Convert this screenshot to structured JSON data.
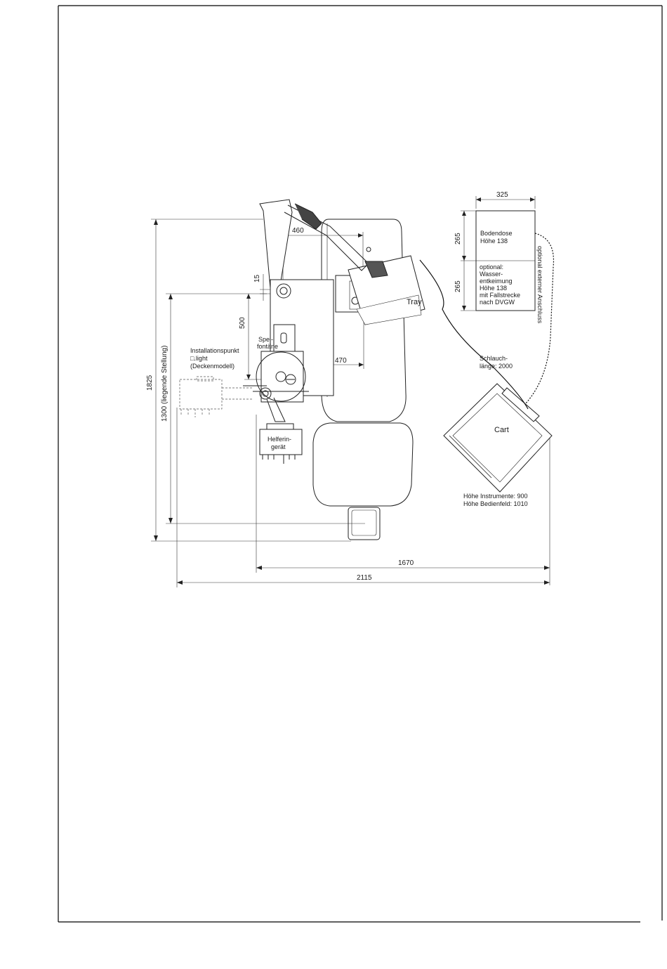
{
  "labels": {
    "tray": "Tray",
    "cart": "Cart",
    "speifontaene_1": "Spei-",
    "speifontaene_2": "fontäne",
    "installation_1": "Installationspunkt",
    "installation_2": "□.light",
    "installation_3": "(Deckenmodell)",
    "helfer_1": "Helferin-",
    "helfer_2": "gerät",
    "bodendose_1": "Bodendose",
    "bodendose_2": "Höhe 138",
    "optional_1": "optional:",
    "optional_2": "Wasser-",
    "optional_3": "entkeimung",
    "optional_4": "Höhe 138",
    "optional_5": "mit Fallstrecke",
    "optional_6": "nach DVGW",
    "optional_extern": "optional externer Anschluss",
    "schlauch_1": "Schlauch-",
    "schlauch_2": "länge: 2000",
    "hoehe_instr": "Höhe Instrumente: 900",
    "hoehe_bedien": "Höhe Bedienfeld: 1010"
  },
  "dimensions": {
    "d325": "325",
    "d460": "460",
    "d15": "15",
    "d500": "500",
    "d470": "470",
    "d265a": "265",
    "d265b": "265",
    "d1825": "1825",
    "d1300": "1300 (liegende Stellung)",
    "d1670": "1670",
    "d2115": "2115"
  }
}
